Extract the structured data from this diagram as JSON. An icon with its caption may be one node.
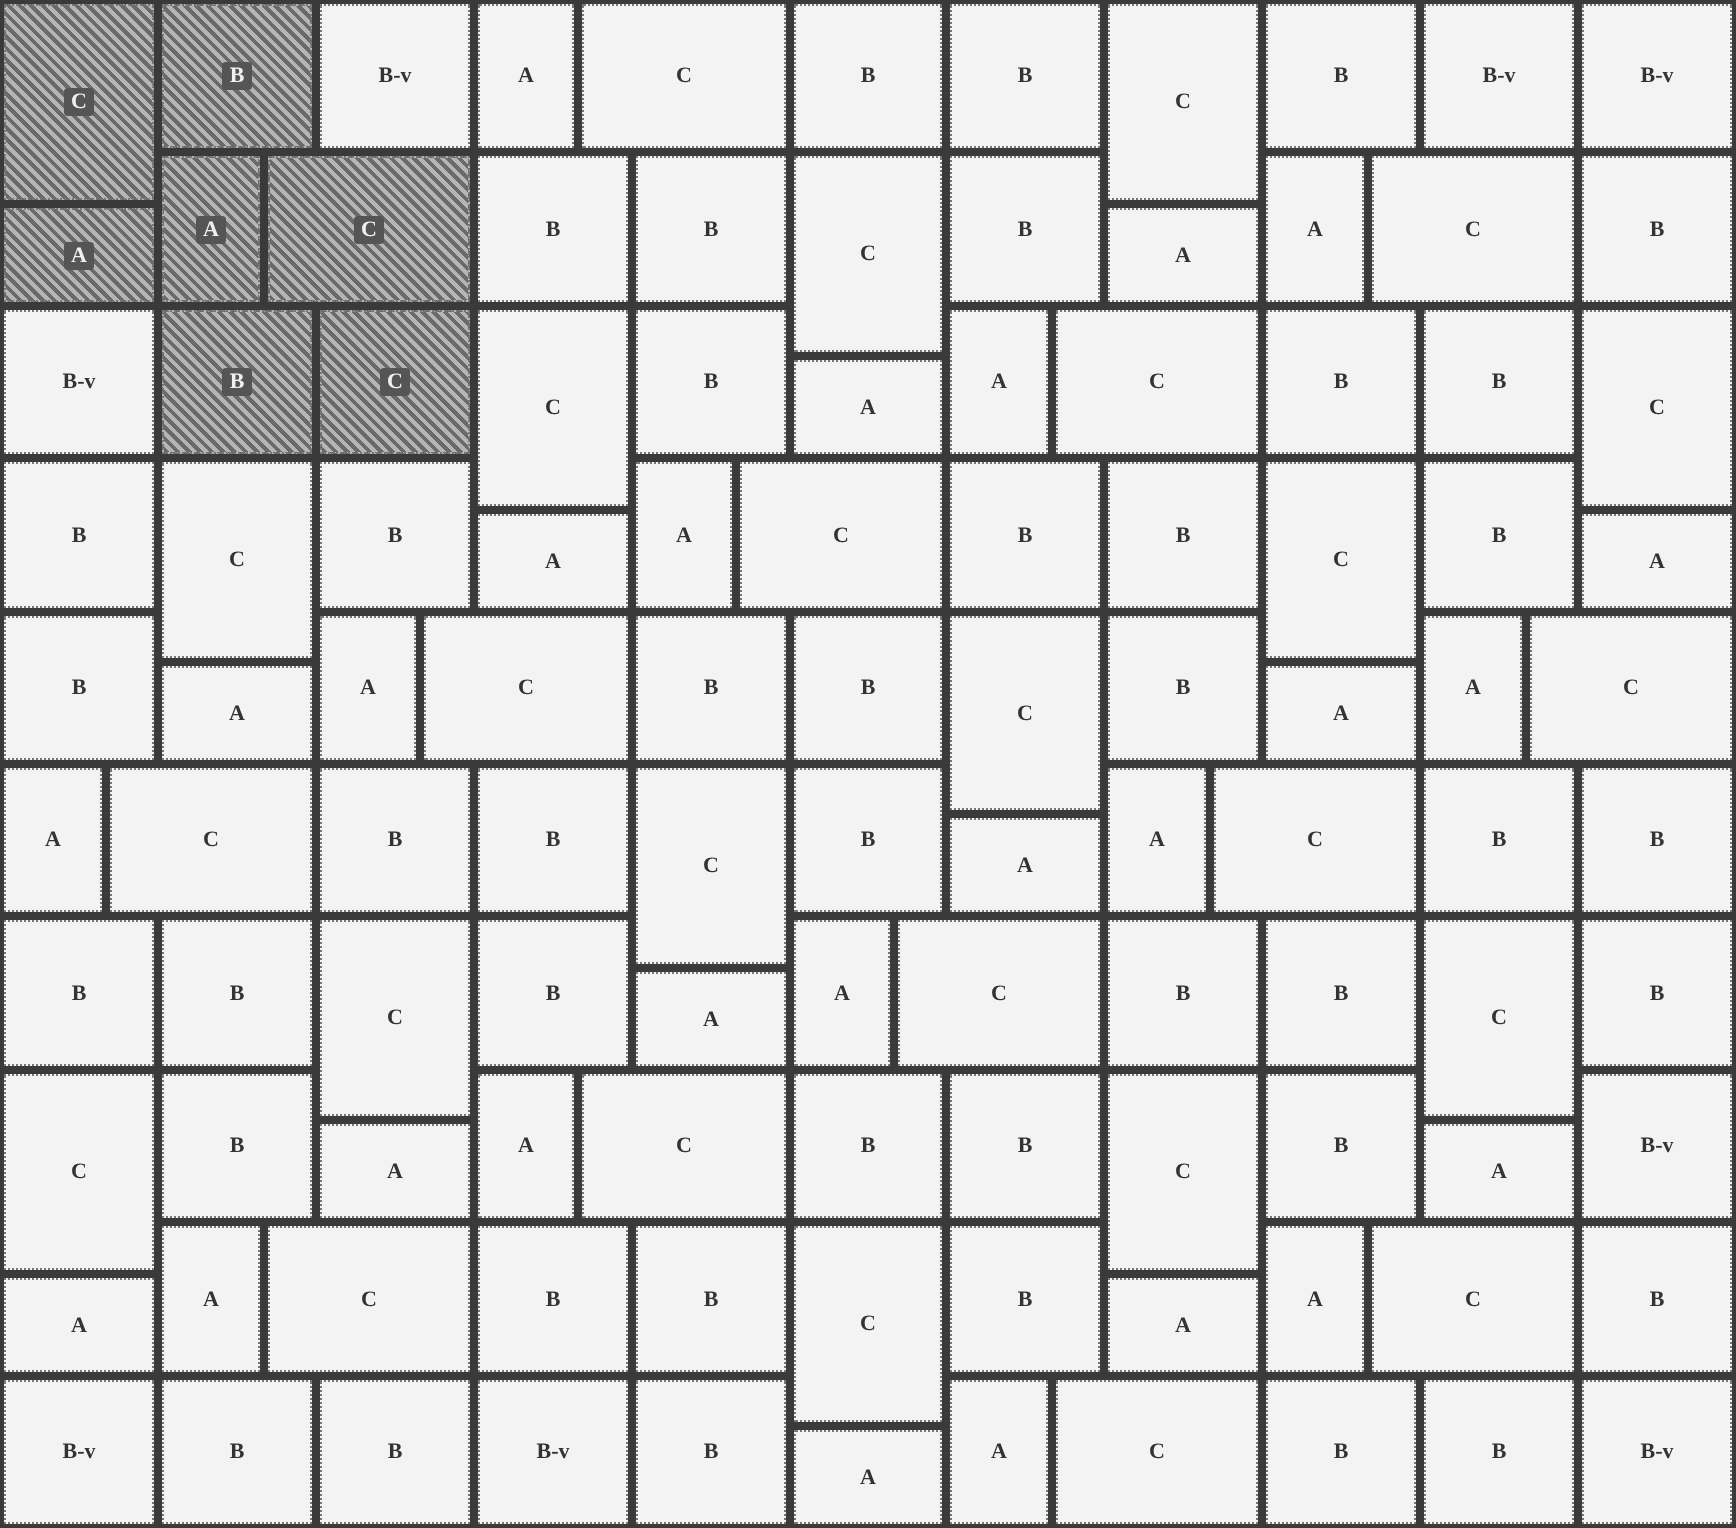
{
  "diagram": {
    "nodes": [
      {
        "text": [
          "C"
        ]
      },
      {
        "text": [
          "B"
        ]
      },
      {
        "text": [
          "B-v"
        ]
      },
      {
        "text": [
          "A"
        ]
      },
      {
        "text": [
          "C"
        ]
      },
      {
        "text": [
          "B"
        ]
      },
      {
        "text": [
          "B"
        ]
      },
      {
        "text": [
          "C"
        ]
      },
      {
        "text": [
          "B"
        ]
      },
      {
        "text": [
          "B-v"
        ]
      },
      {
        "text": [
          "B-v"
        ]
      },
      {
        "text": [
          "A"
        ]
      },
      {
        "text": [
          "C"
        ]
      },
      {
        "text": [
          "B"
        ]
      },
      {
        "text": [
          "B"
        ]
      },
      {
        "text": [
          "C"
        ]
      },
      {
        "text": [
          "B"
        ]
      },
      {
        "text": [
          "A"
        ]
      },
      {
        "text": [
          "C"
        ]
      },
      {
        "text": [
          "B"
        ]
      },
      {
        "text": [
          "A"
        ]
      },
      {
        "text": [
          "A"
        ]
      },
      {
        "text": [
          "B-v"
        ]
      },
      {
        "text": [
          "B"
        ]
      },
      {
        "text": [
          "C"
        ]
      },
      {
        "text": [
          "C"
        ]
      },
      {
        "text": [
          "B"
        ]
      },
      {
        "text": [
          "A"
        ]
      },
      {
        "text": [
          "C"
        ]
      },
      {
        "text": [
          "B"
        ]
      },
      {
        "text": [
          "B"
        ]
      },
      {
        "text": [
          "C"
        ]
      },
      {
        "text": [
          "A"
        ]
      },
      {
        "text": [
          "B"
        ]
      },
      {
        "text": [
          "C"
        ]
      },
      {
        "text": [
          "B"
        ]
      },
      {
        "text": [
          "A"
        ]
      },
      {
        "text": [
          "C"
        ]
      },
      {
        "text": [
          "B"
        ]
      },
      {
        "text": [
          "B"
        ]
      },
      {
        "text": [
          "C"
        ]
      },
      {
        "text": [
          "B"
        ]
      },
      {
        "text": [
          "A"
        ]
      },
      {
        "text": [
          "A"
        ]
      },
      {
        "text": [
          "B"
        ]
      },
      {
        "text": [
          "A"
        ]
      },
      {
        "text": [
          "C"
        ]
      },
      {
        "text": [
          "B"
        ]
      },
      {
        "text": [
          "B"
        ]
      },
      {
        "text": [
          "C"
        ]
      },
      {
        "text": [
          "B"
        ]
      },
      {
        "text": [
          "A"
        ]
      },
      {
        "text": [
          "C"
        ]
      },
      {
        "text": [
          "A"
        ]
      },
      {
        "text": [
          "A"
        ]
      },
      {
        "text": [
          "A"
        ]
      },
      {
        "text": [
          "C"
        ]
      },
      {
        "text": [
          "B"
        ]
      },
      {
        "text": [
          "B"
        ]
      },
      {
        "text": [
          "C"
        ]
      },
      {
        "text": [
          "B"
        ]
      },
      {
        "text": [
          "A"
        ]
      },
      {
        "text": [
          "C"
        ]
      },
      {
        "text": [
          "B"
        ]
      },
      {
        "text": [
          "B"
        ]
      },
      {
        "text": [
          "A"
        ]
      },
      {
        "text": [
          "B"
        ]
      },
      {
        "text": [
          "B"
        ]
      },
      {
        "text": [
          "C"
        ]
      },
      {
        "text": [
          "B"
        ]
      },
      {
        "text": [
          "A"
        ]
      },
      {
        "text": [
          "C"
        ]
      },
      {
        "text": [
          "B"
        ]
      },
      {
        "text": [
          "B"
        ]
      },
      {
        "text": [
          "C"
        ]
      },
      {
        "text": [
          "B"
        ]
      },
      {
        "text": [
          "A"
        ]
      },
      {
        "text": [
          "C"
        ]
      },
      {
        "text": [
          "B"
        ]
      },
      {
        "text": [
          "A"
        ]
      },
      {
        "text": [
          "C"
        ]
      },
      {
        "text": [
          "B"
        ]
      },
      {
        "text": [
          "B"
        ]
      },
      {
        "text": [
          "C"
        ]
      },
      {
        "text": [
          "B"
        ]
      },
      {
        "text": [
          "B-v"
        ]
      },
      {
        "text": [
          "A"
        ]
      },
      {
        "text": [
          "A"
        ]
      },
      {
        "text": [
          "A"
        ]
      },
      {
        "text": [
          "C"
        ]
      },
      {
        "text": [
          "B"
        ]
      },
      {
        "text": [
          "B"
        ]
      },
      {
        "text": [
          "C"
        ]
      },
      {
        "text": [
          "B"
        ]
      },
      {
        "text": [
          "A"
        ]
      },
      {
        "text": [
          "C"
        ]
      },
      {
        "text": [
          "B"
        ]
      },
      {
        "text": [
          "A"
        ]
      },
      {
        "text": [
          "A"
        ]
      },
      {
        "text": [
          "B-v"
        ]
      },
      {
        "text": [
          "B"
        ]
      },
      {
        "text": [
          "B"
        ]
      },
      {
        "text": [
          "B-v"
        ]
      },
      {
        "text": [
          "B"
        ]
      },
      {
        "text": [
          "A"
        ]
      },
      {
        "text": [
          "C"
        ]
      },
      {
        "text": [
          "B"
        ]
      },
      {
        "text": [
          "B"
        ]
      },
      {
        "text": [
          "B-v"
        ]
      },
      {
        "text": [
          "A"
        ]
      }
    ]
  }
}
